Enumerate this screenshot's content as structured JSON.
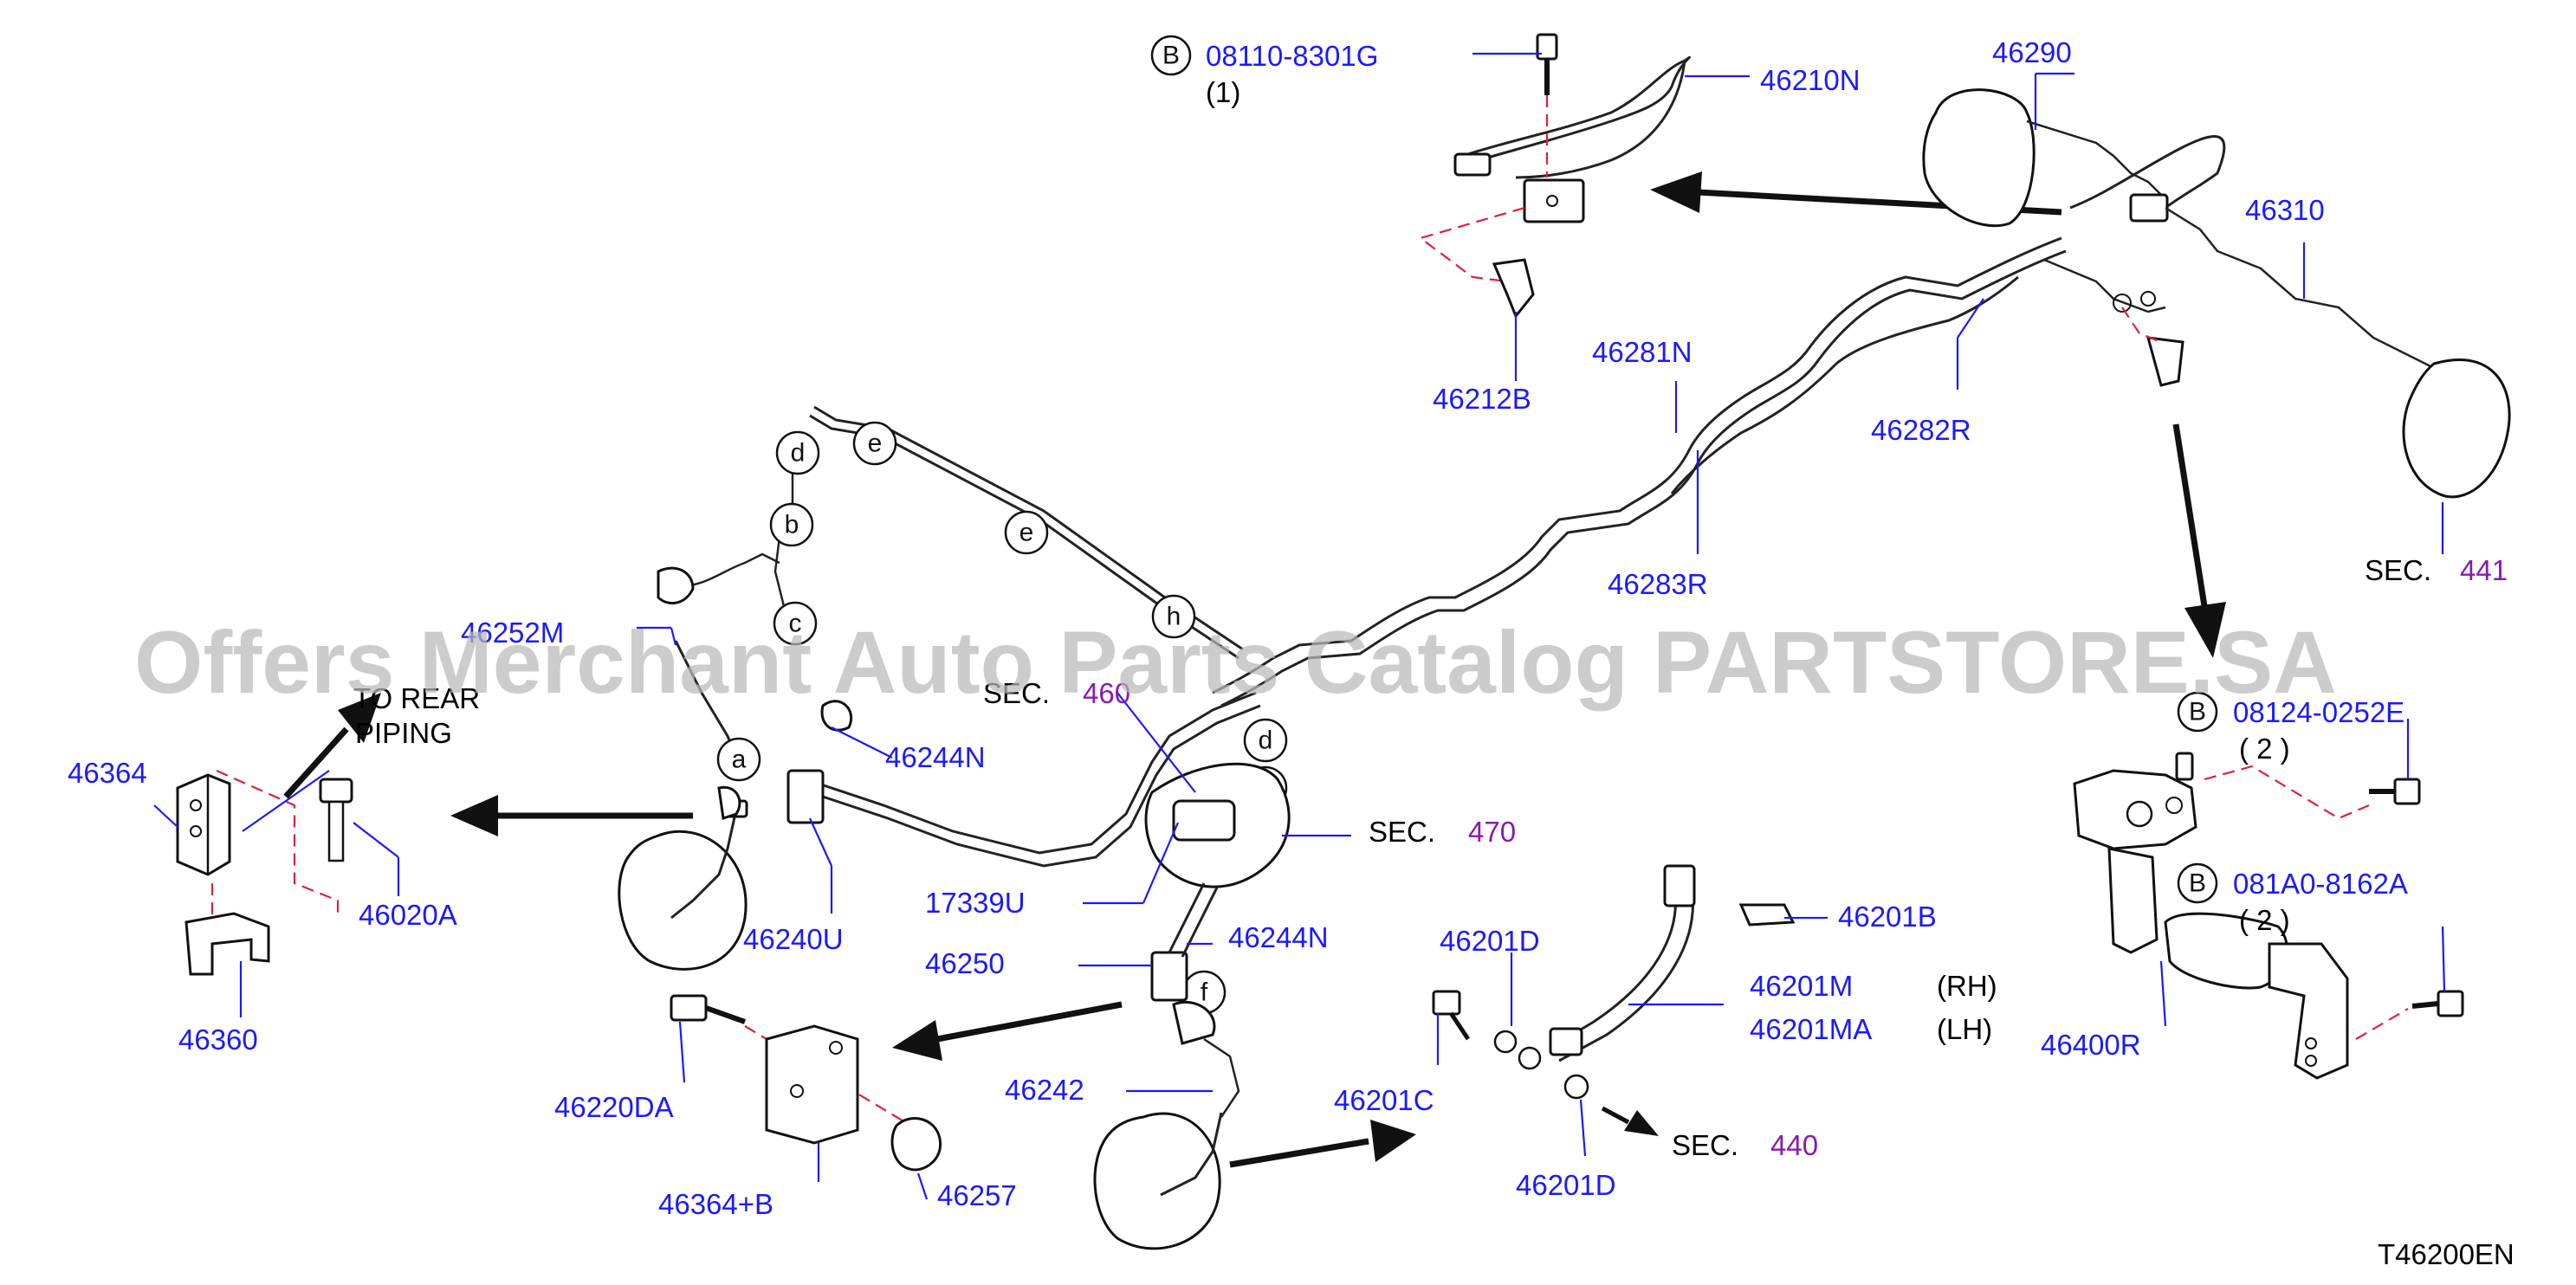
{
  "watermark": "Offers Merchant Auto Parts Catalog PARTSTORE.SA",
  "diagram_code": "T46200EN",
  "part_labels": {
    "p46210N": "46210N",
    "p46212B": "46212B",
    "p46290": "46290",
    "p46310": "46310",
    "p46281N": "46281N",
    "p46282R": "46282R",
    "p46283R": "46283R",
    "p46252M": "46252M",
    "p46364": "46364",
    "p46020A": "46020A",
    "p46360": "46360",
    "p46244N_a": "46244N",
    "p46244N_b": "46244N",
    "p46240U": "46240U",
    "p17339U": "17339U",
    "p46250": "46250",
    "p46242": "46242",
    "p46220DA": "46220DA",
    "p46364B": "46364+B",
    "p46257": "46257",
    "p46201D_a": "46201D",
    "p46201D_b": "46201D",
    "p46201B": "46201B",
    "p46201M": "46201M",
    "p46201MA": "46201MA",
    "p46201C": "46201C",
    "p46400R": "46400R"
  },
  "bolt_callouts": [
    {
      "marker": "B",
      "part": "08110-8301G",
      "qty": "(1)"
    },
    {
      "marker": "B",
      "part": "08124-0252E",
      "qty": "( 2  )"
    },
    {
      "marker": "B",
      "part": "081A0-8162A",
      "qty": "( 2  )"
    }
  ],
  "side_labels": {
    "rh": "(RH)",
    "lh": "(LH)"
  },
  "section_refs": [
    {
      "prefix": "SEC.",
      "number": "441"
    },
    {
      "prefix": "SEC.",
      "number": "460"
    },
    {
      "prefix": "SEC.",
      "number": "470"
    },
    {
      "prefix": "SEC.",
      "number": "440"
    }
  ],
  "rear_piping_note": {
    "line1": "TO  REAR",
    "line2": "PIPING"
  },
  "clip_markers": [
    "d",
    "e",
    "b",
    "e",
    "c",
    "h",
    "a",
    "d",
    "d",
    "f"
  ],
  "colors": {
    "part_number": "#1a1aff",
    "section_number": "#8a1ab0",
    "dashed_link": "#e0203a",
    "watermark": "#b9b9b9"
  }
}
